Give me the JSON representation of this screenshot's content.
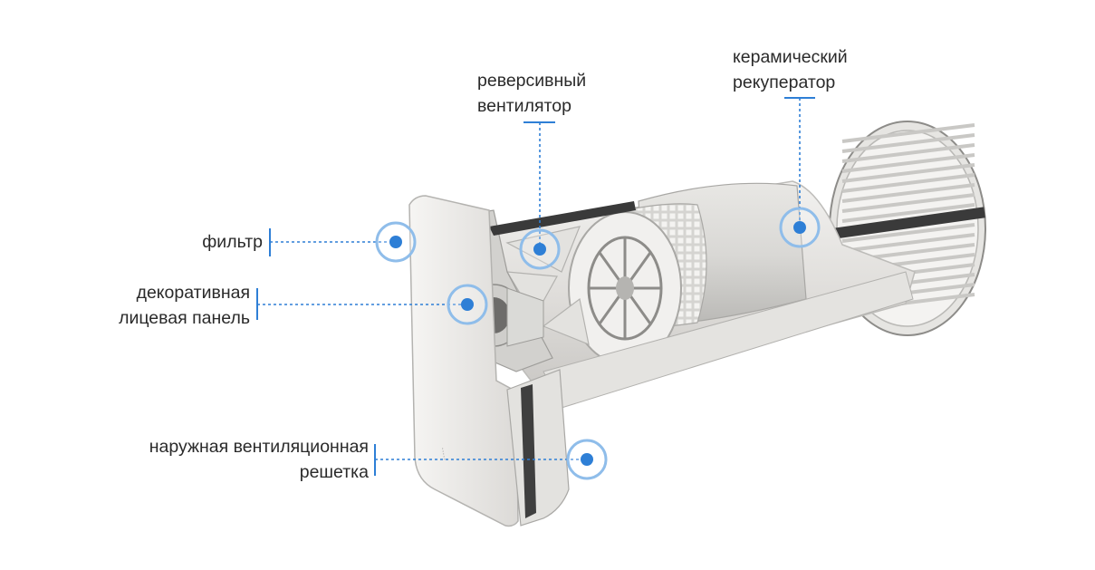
{
  "colors": {
    "accent": "#2e7fd6",
    "accent_ring": "#8fbdea",
    "text": "#2a2a2a",
    "body_light": "#ecebe9",
    "body_mid": "#d6d5d2",
    "body_dark": "#9a9996",
    "metal_dark": "#3a3a3a"
  },
  "callouts": [
    {
      "id": "filter",
      "lines": [
        "фильтр"
      ]
    },
    {
      "id": "front-panel",
      "lines": [
        "декоративная",
        "лицевая панель"
      ]
    },
    {
      "id": "outer-grille",
      "lines": [
        "наружная вентиляционная",
        "решетка"
      ]
    },
    {
      "id": "reversible-fan",
      "lines": [
        "реверсивный",
        "вентилятор"
      ]
    },
    {
      "id": "ceramic-recuperator",
      "lines": [
        "керамический",
        "рекуператор"
      ]
    }
  ]
}
